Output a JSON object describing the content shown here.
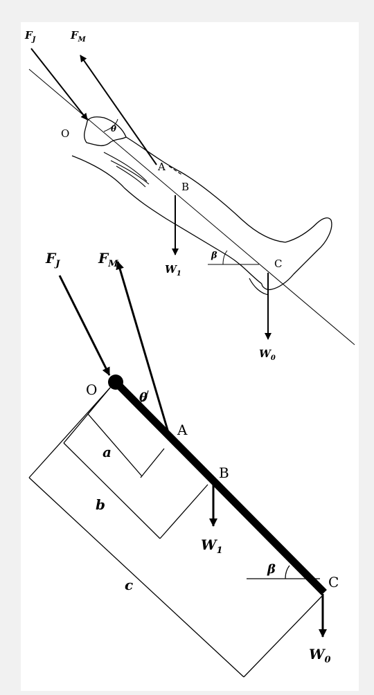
{
  "diagram": {
    "top_figure": {
      "force_joint": "F",
      "force_joint_sub": "J",
      "force_muscle": "F",
      "force_muscle_sub": "M",
      "point_o": "O",
      "point_a": "A",
      "point_b": "B",
      "point_c": "C",
      "angle_theta": "θ",
      "angle_beta": "β",
      "weight_1": "W",
      "weight_1_sub": "1",
      "weight_0": "W",
      "weight_0_sub": "0"
    },
    "bottom_figure": {
      "force_joint": "F",
      "force_joint_sub": "J",
      "force_muscle": "F",
      "force_muscle_sub": "M",
      "point_o": "O",
      "point_a": "A",
      "point_b": "B",
      "point_c": "C",
      "angle_theta": "θ",
      "angle_beta": "β",
      "weight_1": "W",
      "weight_1_sub": "1",
      "weight_0": "W",
      "weight_0_sub": "0",
      "dim_a": "a",
      "dim_b": "b",
      "dim_c": "c"
    }
  }
}
